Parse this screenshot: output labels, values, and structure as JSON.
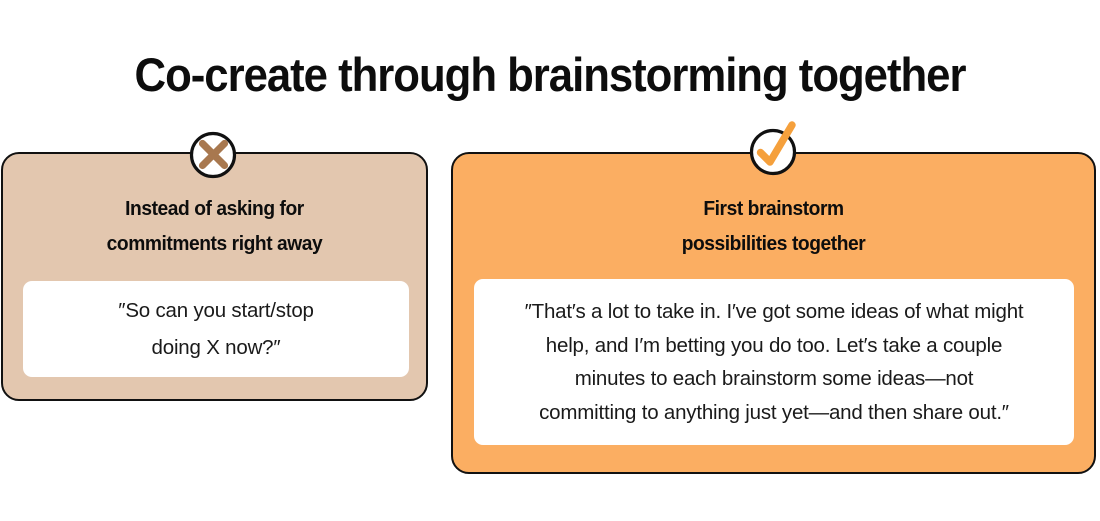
{
  "page": {
    "title": "Co-create through brainstorming together",
    "background_color": "#FFFFFF"
  },
  "colors": {
    "tan_card": "#E3C7AF",
    "orange_card": "#FBAE62",
    "x_mark": "#A8784F",
    "check_mark": "#F5A03C",
    "border": "#111111",
    "quote_box": "#FFFFFF",
    "text": "#0D0D0D"
  },
  "cards": [
    {
      "id": "dont",
      "badge_icon": "x-mark-icon",
      "badge_color": "#A8784F",
      "background_color": "#E3C7AF",
      "heading_lines": [
        "Instead of asking for",
        "commitments right away"
      ],
      "quote_lines": [
        "″So can you start/stop",
        "doing X now?″"
      ],
      "quote_full": "″So can you start/stop doing X now?″"
    },
    {
      "id": "do",
      "badge_icon": "check-mark-icon",
      "badge_color": "#F5A03C",
      "background_color": "#FBAE62",
      "heading_lines": [
        "First brainstorm",
        "possibilities together"
      ],
      "quote_lines": [
        "″That′s a lot to take in. I′ve got some ideas of what might",
        "help, and I′m betting you do too. Let′s take a couple",
        "minutes to each brainstorm some ideas—not",
        "committing to anything just yet—and then share out.″"
      ],
      "quote_full": "″That′s a lot to take in. I′ve got some ideas of what might help, and I′m betting you do too. Let′s take a couple minutes to each brainstorm some ideas—not committing to anything just yet—and then share out.″"
    }
  ]
}
